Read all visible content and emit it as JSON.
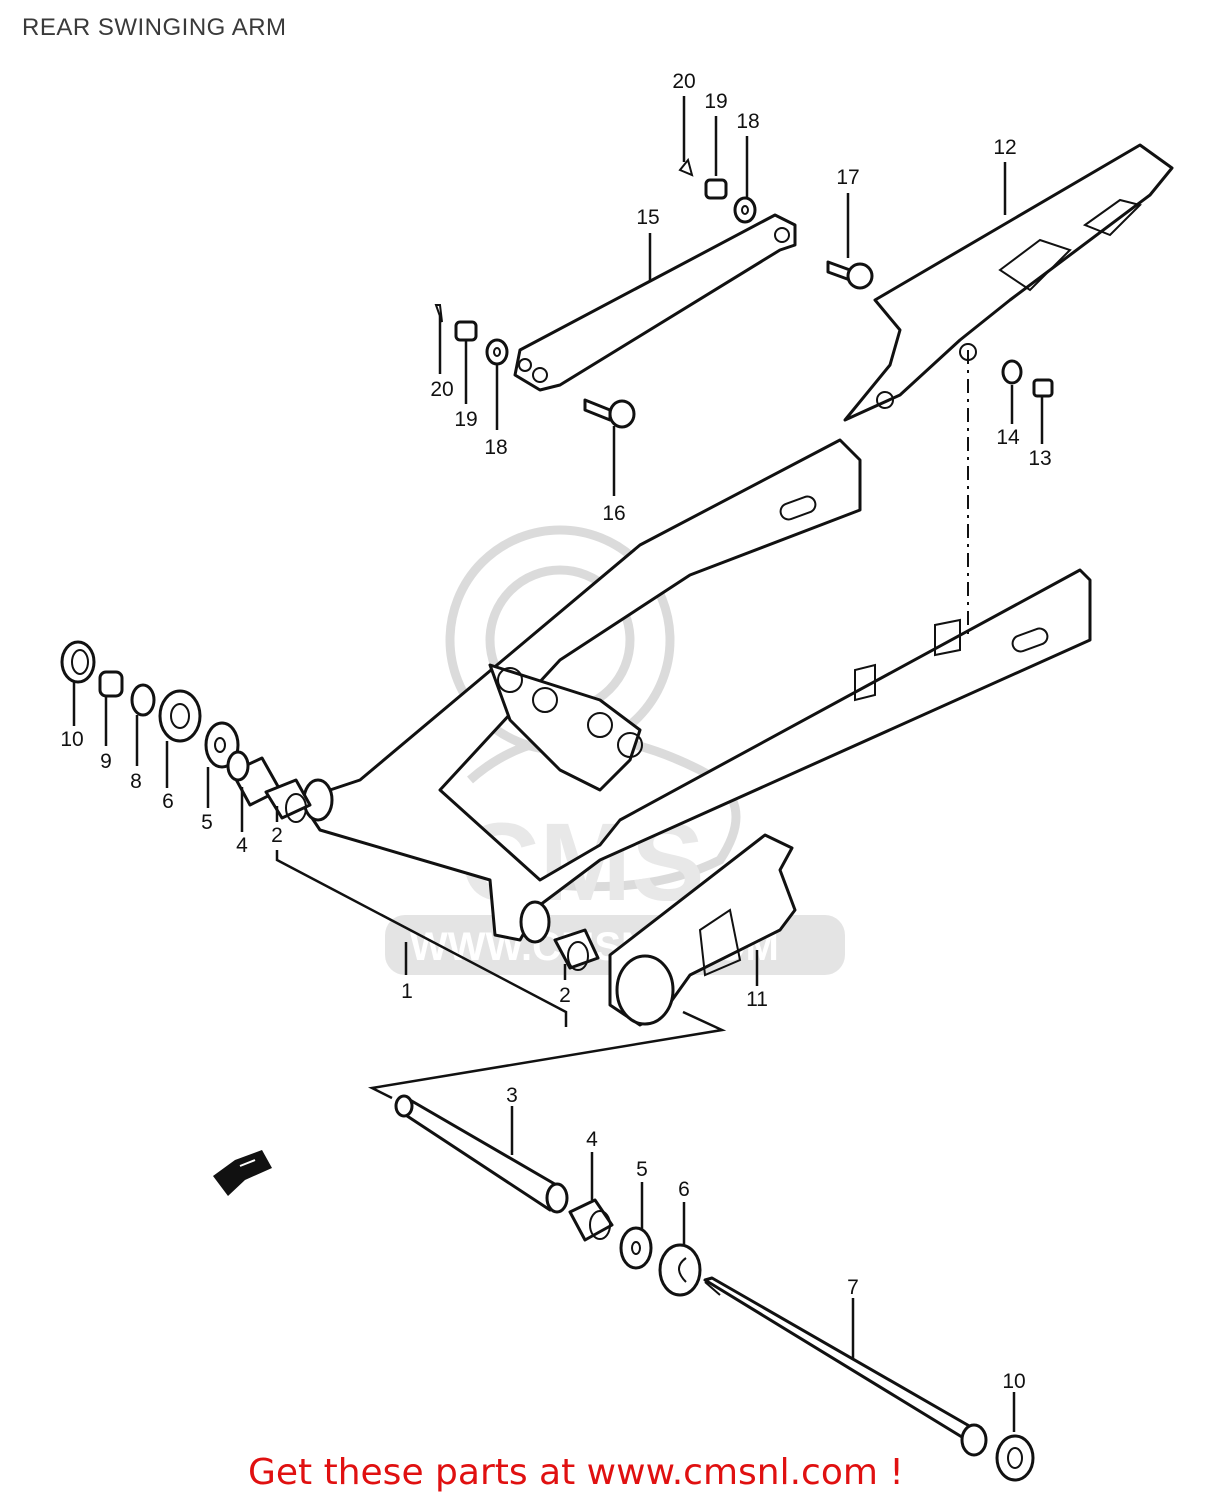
{
  "title": "REAR SWINGING ARM",
  "watermark": {
    "brand": "CMS",
    "url": "WWW.CMSNL.COM"
  },
  "footer": {
    "text": "Get these parts at www.cmsnl.com !",
    "color": "#e01010"
  },
  "callouts": [
    {
      "key": "c20a",
      "label": "20"
    },
    {
      "key": "c19a",
      "label": "19"
    },
    {
      "key": "c18a",
      "label": "18"
    },
    {
      "key": "c15",
      "label": "15"
    },
    {
      "key": "c17",
      "label": "17"
    },
    {
      "key": "c12",
      "label": "12"
    },
    {
      "key": "c20b",
      "label": "20"
    },
    {
      "key": "c19b",
      "label": "19"
    },
    {
      "key": "c18b",
      "label": "18"
    },
    {
      "key": "c16",
      "label": "16"
    },
    {
      "key": "c14",
      "label": "14"
    },
    {
      "key": "c13",
      "label": "13"
    },
    {
      "key": "c10a",
      "label": "10"
    },
    {
      "key": "c9",
      "label": "9"
    },
    {
      "key": "c8",
      "label": "8"
    },
    {
      "key": "c6a",
      "label": "6"
    },
    {
      "key": "c5a",
      "label": "5"
    },
    {
      "key": "c4a",
      "label": "4"
    },
    {
      "key": "c2a",
      "label": "2"
    },
    {
      "key": "c1",
      "label": "1"
    },
    {
      "key": "c2b",
      "label": "2"
    },
    {
      "key": "c11",
      "label": "11"
    },
    {
      "key": "c3",
      "label": "3"
    },
    {
      "key": "c4b",
      "label": "4"
    },
    {
      "key": "c5b",
      "label": "5"
    },
    {
      "key": "c6b",
      "label": "6"
    },
    {
      "key": "c7",
      "label": "7"
    },
    {
      "key": "c10b",
      "label": "10"
    }
  ]
}
